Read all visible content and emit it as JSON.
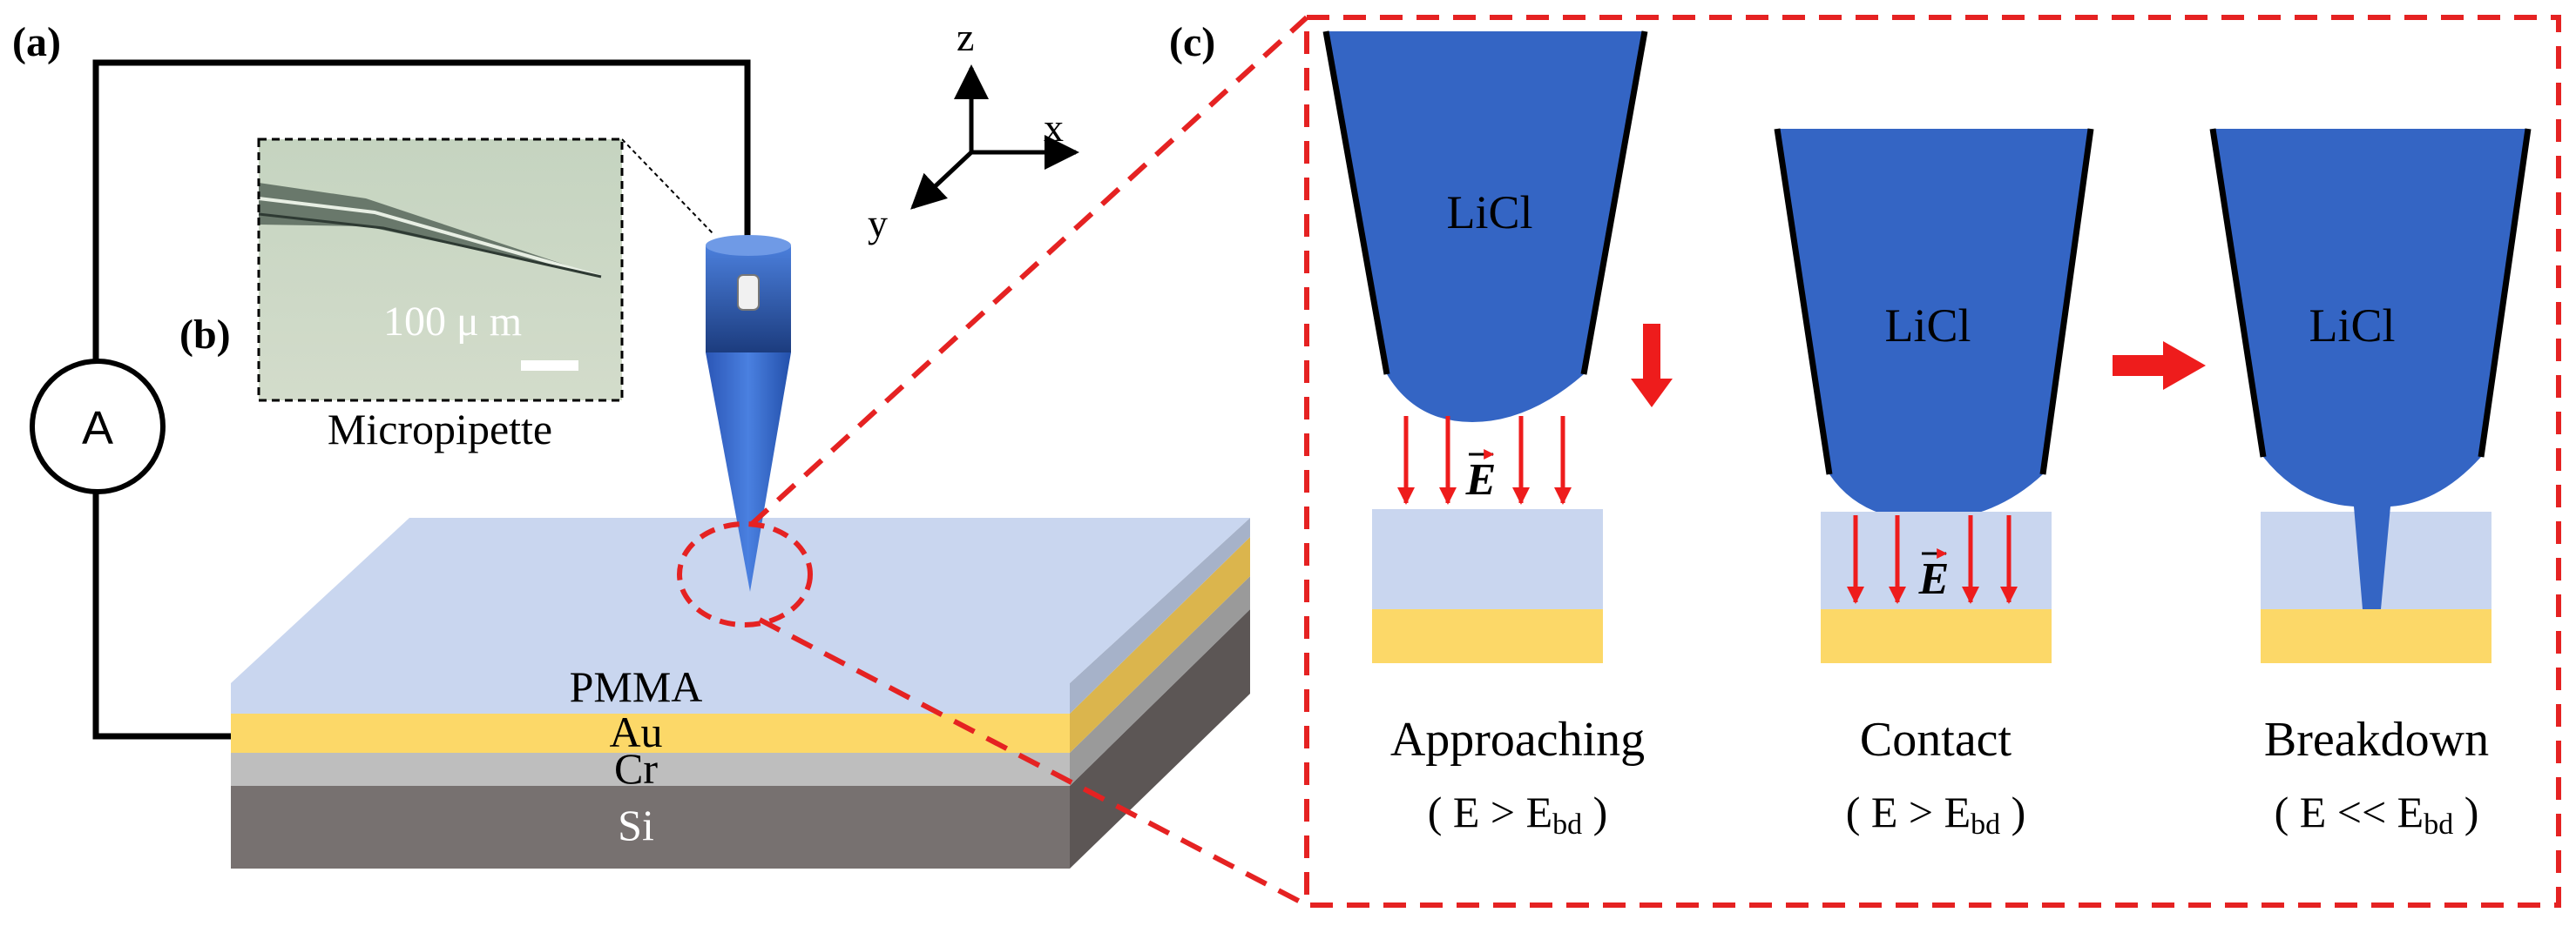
{
  "panels": {
    "a": {
      "label": "(a)"
    },
    "b": {
      "label": "(b)",
      "caption": "Micropipette",
      "scale_bar": "100 μ m"
    },
    "c": {
      "label": "(c)"
    }
  },
  "ammeter": {
    "label": "A"
  },
  "axes": {
    "z": "z",
    "x": "x",
    "y": "y"
  },
  "layers": [
    {
      "name": "PMMA",
      "color": "#c9d6ef"
    },
    {
      "name": "Au",
      "color": "#fcd868"
    },
    {
      "name": "Cr",
      "color": "#bebebe"
    },
    {
      "name": "Si",
      "color": "#777170"
    }
  ],
  "stages": [
    {
      "pipette_label": "LiCl",
      "field_label": "E",
      "title": "Approaching",
      "condition_prefix": "( E > E",
      "condition_sub": "bd",
      "condition_suffix": " )"
    },
    {
      "pipette_label": "LiCl",
      "field_label": "E",
      "title": "Contact",
      "condition_prefix": "( E > E",
      "condition_sub": "bd",
      "condition_suffix": " )"
    },
    {
      "pipette_label": "LiCl",
      "title": "Breakdown",
      "condition_prefix": "( E << E",
      "condition_sub": "bd",
      "condition_suffix": " )"
    }
  ],
  "colors": {
    "pipette_blue": "#3465c4",
    "arrow_red": "#ee1c1c",
    "zoom_red": "#e52222",
    "wire": "#000000"
  }
}
